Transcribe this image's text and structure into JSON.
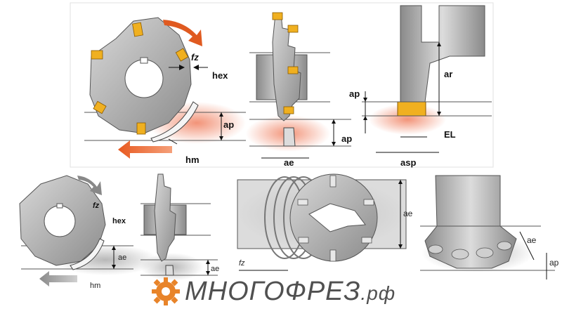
{
  "labels": {
    "fz": "fz",
    "hex": "hex",
    "ap": "ap",
    "hm": "hm",
    "ae": "ae",
    "ar": "ar",
    "EL": "EL",
    "asp": "asp"
  },
  "brand": {
    "name": "МНОГОФРЕЗ",
    "suffix": ".рф"
  },
  "colors": {
    "insert": "#f0b020",
    "arrow": "#e05a20",
    "heat": "#f2a080",
    "metal": "#b4b4b4",
    "brand_gear": "#e8842a",
    "brand_text": "#505050"
  },
  "icons": [
    "gear-icon"
  ]
}
